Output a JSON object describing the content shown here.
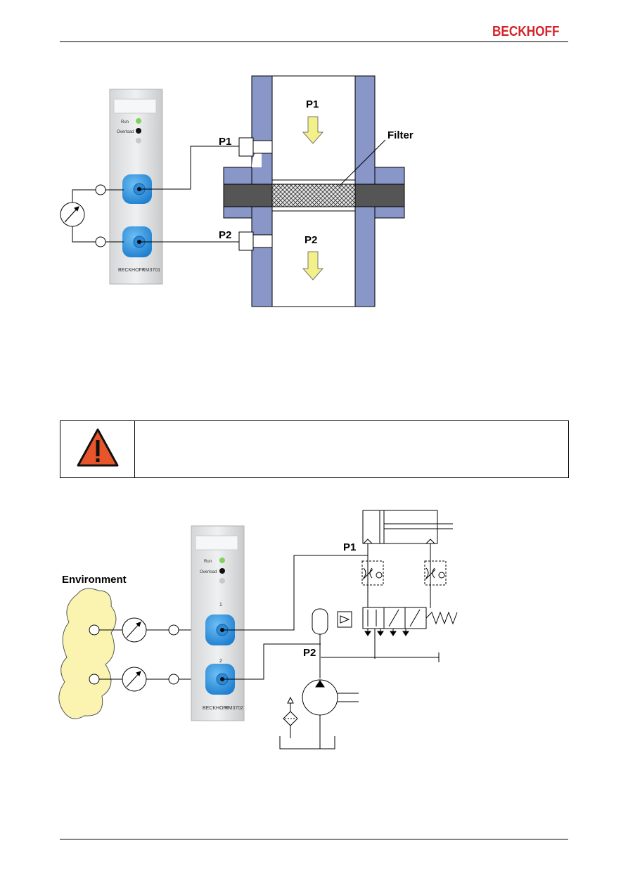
{
  "header": {
    "logo_text": "BECKHOFF",
    "brand_color": "#d5242b"
  },
  "figure1": {
    "label_p1_port": "P1",
    "label_p2_port": "P2",
    "label_p1_flow": "P1",
    "label_p2_flow": "P2",
    "label_filter": "Filter",
    "module_led_run": "Run",
    "module_led_overload": "Overload",
    "module_brand": "BECKHOFF",
    "module_type": "KM3701",
    "pipe_color": "#8896c8",
    "arrow_color": "#f3f08a"
  },
  "warning": {
    "icon": "warning-triangle-icon",
    "text": ""
  },
  "figure2": {
    "label_environment": "Environment",
    "label_p1": "P1",
    "label_p2": "P2",
    "module_led_run": "Run",
    "module_led_overload": "Overload",
    "module_brand": "BECKHOFF",
    "module_type": "KM3702",
    "port1_label": "1",
    "port2_label": "2",
    "environment_color": "#faf4b0"
  }
}
